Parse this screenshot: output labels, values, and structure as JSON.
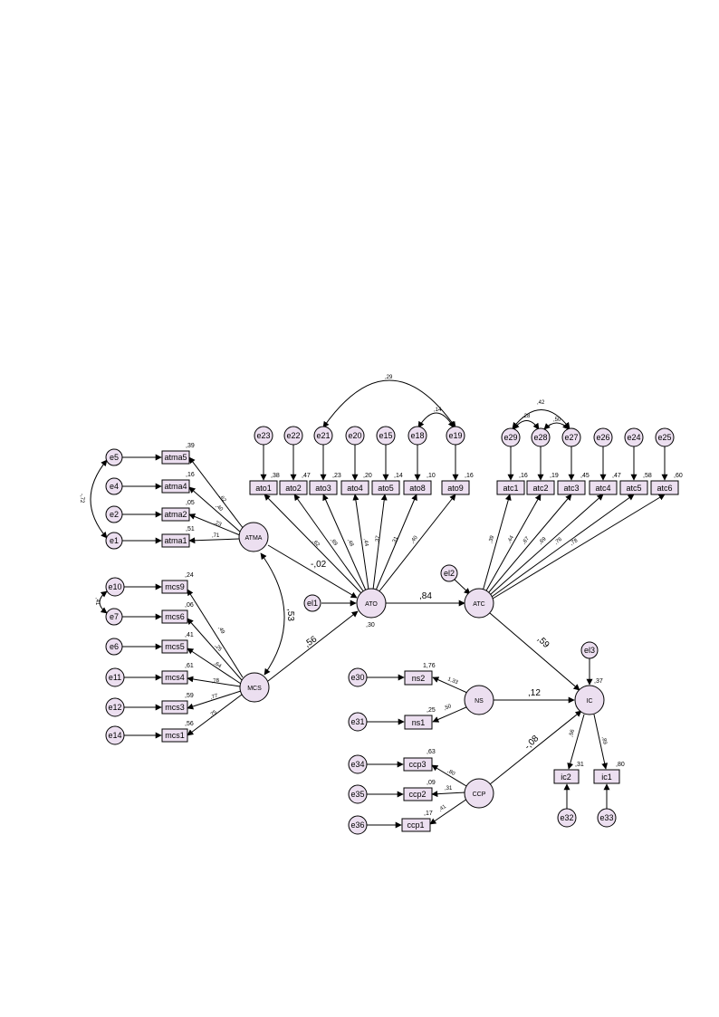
{
  "latents": {
    "ATMA": "ATMA",
    "MCS": "MCS",
    "ATO": "ATO",
    "ATC": "ATC",
    "NS": "NS",
    "CCP": "CCP",
    "IC": "IC"
  },
  "errors": {
    "e1": "e1",
    "e2": "e2",
    "e4": "e4",
    "e5": "e5",
    "e7": "e7",
    "e10": "e10",
    "e6": "e6",
    "e11": "e11",
    "e12": "e12",
    "e14": "e14",
    "e23": "e23",
    "e22": "e22",
    "e21": "e21",
    "e20": "e20",
    "e15": "e15",
    "e18": "e18",
    "e19": "e19",
    "e29": "e29",
    "e28": "e28",
    "e27": "e27",
    "e26": "e26",
    "e24": "e24",
    "e25": "e25",
    "el1": "el1",
    "el2": "el2",
    "el3": "el3",
    "e30": "e30",
    "e31": "e31",
    "e34": "e34",
    "e35": "e35",
    "e36": "e36",
    "e32": "e32",
    "e33": "e33"
  },
  "observed": {
    "atma5": {
      "label": "atma5",
      "r2": ",39",
      "load": ",62"
    },
    "atma4": {
      "label": "atma4",
      "r2": ",16",
      "load": ",40"
    },
    "atma2": {
      "label": "atma2",
      "r2": ",05",
      "load": ",23"
    },
    "atma1": {
      "label": "atma1",
      "r2": ",51",
      "load": ",71"
    },
    "mcs9": {
      "label": "mcs9",
      "r2": ",24",
      "load": ",49"
    },
    "mcs6": {
      "label": "mcs6",
      "r2": ",06",
      "load": ",25"
    },
    "mcs5": {
      "label": "mcs5",
      "r2": ",41",
      "load": ",64"
    },
    "mcs4": {
      "label": "mcs4",
      "r2": ",61",
      "load": ",78"
    },
    "mcs3": {
      "label": "mcs3",
      "r2": ",59",
      "load": ",77"
    },
    "mcs1": {
      "label": "mcs1",
      "r2": ",56",
      "load": ",75"
    },
    "ato1": {
      "label": "ato1",
      "r2": ",38",
      "load": ",62"
    },
    "ato2": {
      "label": "ato2",
      "r2": ",47",
      "load": ",69"
    },
    "ato3": {
      "label": "ato3",
      "r2": ",23",
      "load": ",48"
    },
    "ato4": {
      "label": "ato4",
      "r2": ",20",
      "load": ",44"
    },
    "ato5": {
      "label": "ato5",
      "r2": ",14",
      "load": ",37"
    },
    "ato8": {
      "label": "ato8",
      "r2": ",10",
      "load": ",31"
    },
    "ato9": {
      "label": "ato9",
      "r2": ",16",
      "load": ",40"
    },
    "atc1": {
      "label": "atc1",
      "r2": ",16",
      "load": ",39"
    },
    "atc2": {
      "label": "atc2",
      "r2": ",19",
      "load": ",44"
    },
    "atc3": {
      "label": "atc3",
      "r2": ",45",
      "load": ",67"
    },
    "atc4": {
      "label": "atc4",
      "r2": ",47",
      "load": ",69"
    },
    "atc5": {
      "label": "atc5",
      "r2": ",58",
      "load": ",76"
    },
    "atc6": {
      "label": "atc6",
      "r2": ",60",
      "load": ",78"
    },
    "ns2": {
      "label": "ns2",
      "r2": "1,76",
      "load": "1,33"
    },
    "ns1": {
      "label": "ns1",
      "r2": ",25",
      "load": ",50"
    },
    "ccp3": {
      "label": "ccp3",
      "r2": ",63",
      "load": ",80"
    },
    "ccp2": {
      "label": "ccp2",
      "r2": ",09",
      "load": ",31"
    },
    "ccp1": {
      "label": "ccp1",
      "r2": ",17",
      "load": ",41"
    },
    "ic2": {
      "label": "ic2",
      "r2": ",31",
      "load": ",56"
    },
    "ic1": {
      "label": "ic1",
      "r2": ",80",
      "load": ",89"
    }
  },
  "structural": {
    "atma_ato": "-,02",
    "mcs_ato": ",56",
    "atma_mcs": ",53",
    "ato_atc": ",84",
    "atc_ic": ",59",
    "ns_ic": ",12",
    "ccp_ic": "-,08",
    "ato_r2": ",30",
    "ic_r2": ",37"
  },
  "covariances": {
    "e5_e1": "-,72",
    "e10_e7": ",41",
    "e21_e19": ",29",
    "e18_e19": ",14",
    "e29_e27": ",42",
    "e29_e28": ",28",
    "e28_e27": ",50"
  }
}
